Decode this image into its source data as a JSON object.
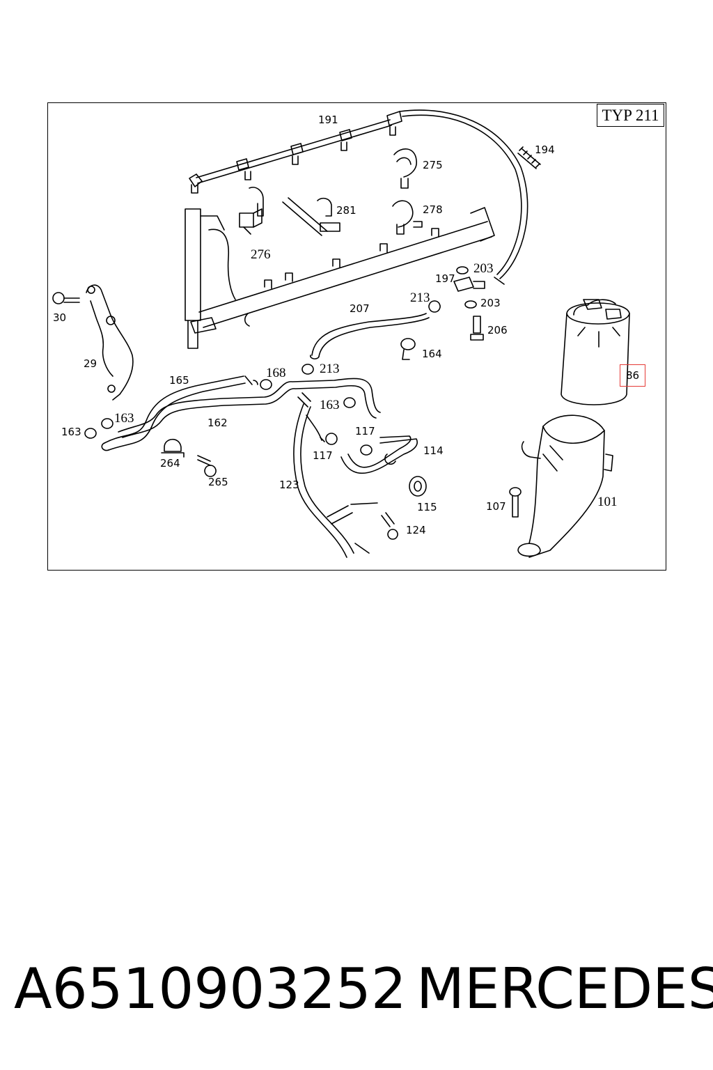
{
  "diagram": {
    "type_label": "TYP 211",
    "highlighted_part": "86",
    "callouts": [
      {
        "id": "191",
        "label": "191"
      },
      {
        "id": "194",
        "label": "194"
      },
      {
        "id": "275",
        "label": "275"
      },
      {
        "id": "281",
        "label": "281"
      },
      {
        "id": "278",
        "label": "278"
      },
      {
        "id": "276",
        "label": "276"
      },
      {
        "id": "203a",
        "label": "203"
      },
      {
        "id": "197",
        "label": "197"
      },
      {
        "id": "203b",
        "label": "203"
      },
      {
        "id": "213a",
        "label": "213"
      },
      {
        "id": "207",
        "label": "207"
      },
      {
        "id": "206",
        "label": "206"
      },
      {
        "id": "30",
        "label": "30"
      },
      {
        "id": "29",
        "label": "29"
      },
      {
        "id": "165",
        "label": "165"
      },
      {
        "id": "168",
        "label": "168"
      },
      {
        "id": "213b",
        "label": "213"
      },
      {
        "id": "164",
        "label": "164"
      },
      {
        "id": "163a",
        "label": "163"
      },
      {
        "id": "163b",
        "label": "163"
      },
      {
        "id": "163c",
        "label": "163"
      },
      {
        "id": "162",
        "label": "162"
      },
      {
        "id": "117a",
        "label": "117"
      },
      {
        "id": "117b",
        "label": "117"
      },
      {
        "id": "114",
        "label": "114"
      },
      {
        "id": "264",
        "label": "264"
      },
      {
        "id": "265",
        "label": "265"
      },
      {
        "id": "123",
        "label": "123"
      },
      {
        "id": "115",
        "label": "115"
      },
      {
        "id": "124",
        "label": "124"
      },
      {
        "id": "107",
        "label": "107"
      },
      {
        "id": "101",
        "label": "101"
      }
    ]
  },
  "footer": {
    "part_number": "A6510903252",
    "brand": "MERCEDES"
  },
  "colors": {
    "line": "#000000",
    "highlight": "#e53935",
    "background": "#ffffff"
  }
}
